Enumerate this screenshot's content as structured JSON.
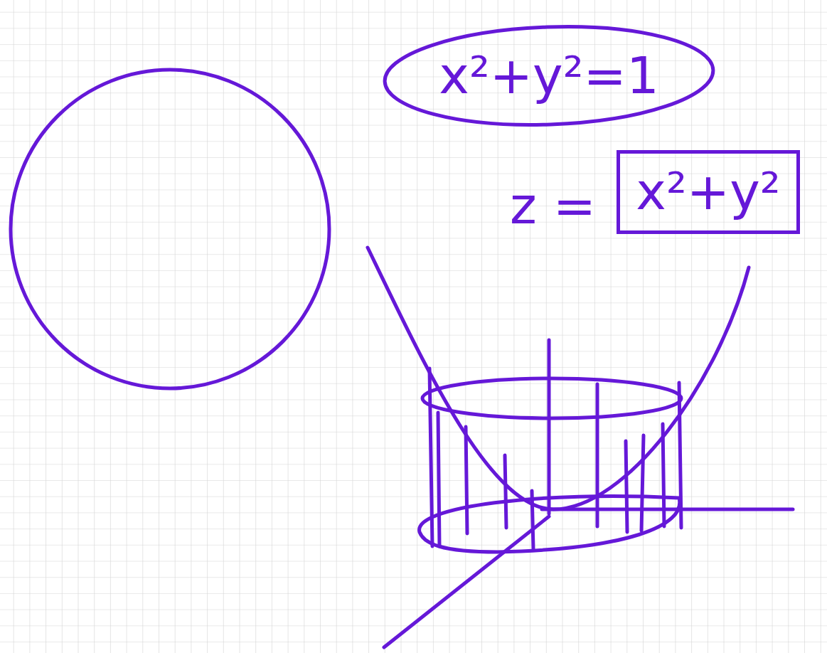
{
  "diagram": {
    "nodes": [
      {
        "text": [
          "x²+y²=1"
        ]
      },
      {
        "text": [
          "x²+y²"
        ]
      }
    ],
    "labels": [
      "z ="
    ]
  }
}
